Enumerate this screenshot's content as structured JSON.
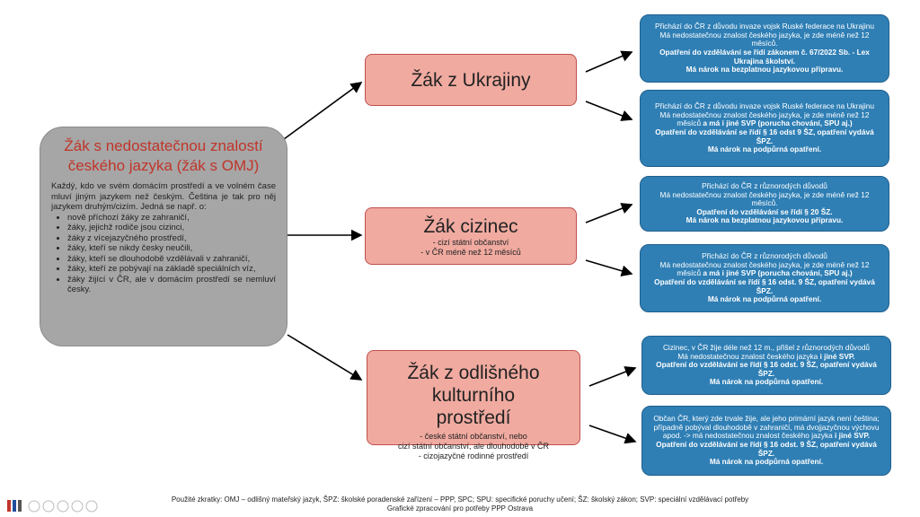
{
  "main": {
    "title": "Žák s nedostatečnou znalostí českého jazyka (žák s OMJ)",
    "desc": "Každý, kdo ve svém domácím prostředí a ve volném čase mluví jiným jazykem než českým. Čeština je tak pro něj jazykem druhým/cizím. Jedná se např. o:",
    "items": [
      "nově příchozí žáky ze zahraničí,",
      "žáky, jejichž rodiče jsou cizinci,",
      "žáky z vícejazyčného prostředí,",
      "žáky, kteří se nikdy česky neučili,",
      "žáky, kteří se dlouhodobě vzdělávali v zahraničí,",
      "žáky, kteří ze pobývají na základě speciálních víz,",
      "žáky žijící v ČR, ale v domácím prostředí se nemluví česky."
    ]
  },
  "mid": {
    "ukraine": {
      "title": "Žák z Ukrajiny"
    },
    "cizinec": {
      "title": "Žák cizinec",
      "sub1": "- cizí státní občanství",
      "sub2": "- v ČR méně než 12 měsíců"
    },
    "kultura": {
      "title": "Žák z odlišného kulturního prostředí",
      "sub1": "-      české státní občanství, nebo",
      "sub2": "cizí státní občanství, ale dlouhodobě v ČR",
      "sub3": "-      cizojazyčné rodinné prostředí"
    }
  },
  "right": {
    "r1": {
      "l1": "Přichází do ČR z důvodu invaze vojsk Ruské federace na Ukrajinu",
      "l2": "Má nedostatečnou znalost českého jazyka, je zde méně než 12 měsíců.",
      "b1": "Opatření do vzdělávání se řídí zákonem č. 67/2022 Sb. - Lex Ukrajina školství.",
      "b2": "Má nárok na bezplatnou jazykovou přípravu."
    },
    "r2": {
      "l1": "Přichází do ČR z důvodu invaze vojsk Ruské federace na Ukrajinu",
      "l2": "Má nedostatečnou znalost českého jazyka, je zde méně než 12 měsíců",
      "l2b": " a má i jiné SVP (porucha chování, SPU aj.)",
      "b1": "Opatření do vzdělávání se řídí § 16 odst 9 ŠZ, opatření vydává ŠPZ.",
      "b2": "Má nárok na podpůrná opatření."
    },
    "r3": {
      "l1": "Přichází do ČR z různorodých důvodů",
      "l2": "Má nedostatečnou znalost českého jazyka, je zde méně než 12 měsíců.",
      "b1": "Opatření do vzdělávání se řídí § 20 ŠZ.",
      "b2": "Má nárok na bezplatnou jazykovou přípravu."
    },
    "r4": {
      "l1": "Přichází do ČR z různorodých důvodů",
      "l2": "Má nedostatečnou znalost českého jazyka, je zde méně než 12 měsíců",
      "l2b": " a má i jiné SVP (porucha chování, SPU aj.)",
      "b1": "Opatření do vzdělávání se řídí § 16 odst. 9 ŠZ, opatření vydává ŠPZ.",
      "b2": "Má nárok na podpůrná opatření."
    },
    "r5": {
      "l1": "Cizinec, v ČR žije déle než 12 m., přišel z různorodých důvodů",
      "l2": "Má nedostatečnou znalost českého jazyka",
      "l2b": " i jiné SVP.",
      "b1": "Opatření do vzdělávání se řídí § 16 odst. 9 ŠZ, opatření vydává ŠPZ.",
      "b2": "Má nárok na podpůrná opatření."
    },
    "r6": {
      "l1": "Občan ČR, který zde trvale žije, ale jeho primární jazyk není čeština; případně pobýval dlouhodobě v zahraničí, má dvojjazyčnou výchovu apod. -> má nedostatečnou znalost českého jazyka",
      "l2b": " i jiné SVP.",
      "b1": "Opatření do vzdělávání se řídí § 16 odst. 9 ŠZ, opatření vydává ŠPZ.",
      "b2": "Má nárok na podpůrná opatření."
    }
  },
  "footer": {
    "line1": "Použité zkratky: OMJ – odlišný mateřský jazyk, ŠPZ: školské poradenské zařízení – PPP, SPC; SPU: specifické poruchy učení; ŠZ: školský zákon; SVP: speciální vzdělávací potřeby",
    "line2": "Grafické zpracování pro potřeby PPP Ostrava"
  },
  "colors": {
    "main_bg": "#a6a6a6",
    "main_title": "#c0352a",
    "mid_bg": "#f0aaa0",
    "right_bg": "#2f7fb5"
  }
}
